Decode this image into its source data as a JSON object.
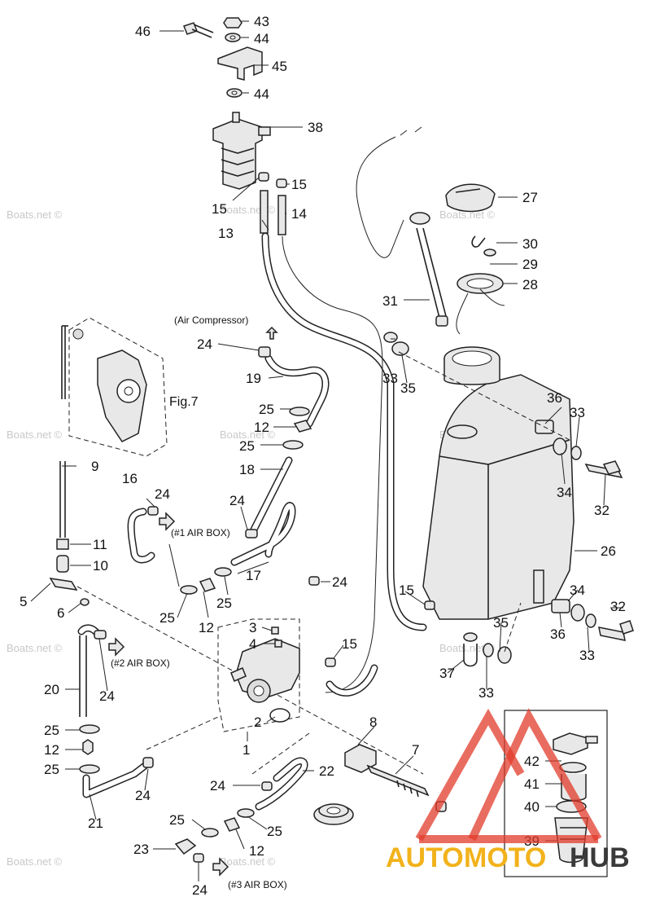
{
  "labels": {
    "p1": "1",
    "p2": "2",
    "p3": "3",
    "p4": "4",
    "p5": "5",
    "p6": "6",
    "p7": "7",
    "p8": "8",
    "p9": "9",
    "p10": "10",
    "p11": "11",
    "p12a": "12",
    "p12b": "12",
    "p12c": "12",
    "p12d": "12",
    "p13": "13",
    "p14": "14",
    "p15a": "15",
    "p15b": "15",
    "p15c": "15",
    "p15d": "15",
    "p16": "16",
    "p17": "17",
    "p18": "18",
    "p19": "19",
    "p20": "20",
    "p21": "21",
    "p22": "22",
    "p23": "23",
    "p24a": "24",
    "p24b": "24",
    "p24c": "24",
    "p24d": "24",
    "p24e": "24",
    "p24f": "24",
    "p24g": "24",
    "p25a": "25",
    "p25b": "25",
    "p25c": "25",
    "p25d": "25",
    "p25e": "25",
    "p25f": "25",
    "p25g": "25",
    "p26": "26",
    "p27": "27",
    "p28": "28",
    "p29": "29",
    "p30": "30",
    "p31": "31",
    "p32a": "32",
    "p32b": "32",
    "p33a": "33",
    "p33b": "33",
    "p33c": "33",
    "p33d": "33",
    "p34a": "34",
    "p34b": "34",
    "p35a": "35",
    "p35b": "35",
    "p36a": "36",
    "p36b": "36",
    "p37": "37",
    "p38": "38",
    "p39": "39",
    "p40": "40",
    "p41": "41",
    "p42": "42",
    "p43": "43",
    "p44a": "44",
    "p44b": "44",
    "p45": "45",
    "p46": "46"
  },
  "notes": {
    "air_compressor": "(Air Compressor)",
    "air_box_1": "(#1 AIR BOX)",
    "air_box_2": "(#2 AIR BOX)",
    "air_box_3": "(#3 AIR BOX)",
    "fig7": "Fig.7"
  },
  "watermarks": {
    "boats_net": "Boats.net ©"
  },
  "brand": {
    "part1": "AUTO",
    "part2": "MOTO",
    "part3": "HUB",
    "color_red": "#e23b2b",
    "color_yellow": "#f2b21b",
    "color_dark": "#3a3a3a"
  }
}
